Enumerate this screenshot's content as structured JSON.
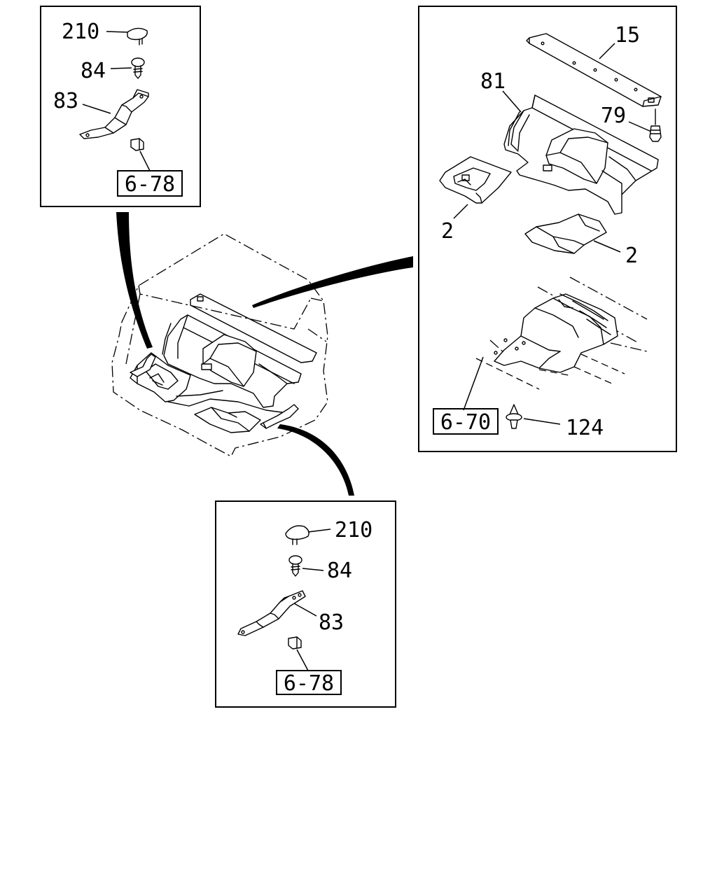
{
  "diagram": {
    "panels": {
      "top_left": {
        "labels": {
          "cap": "210",
          "screw": "84",
          "bracket": "83"
        },
        "ref": "6-78"
      },
      "right": {
        "labels": {
          "panel": "15",
          "insulator": "81",
          "clip": "79",
          "pad_left": "2",
          "pad_right": "2",
          "grommet": "124"
        },
        "ref": "6-70"
      },
      "bottom": {
        "labels": {
          "cap": "210",
          "screw": "84",
          "bracket": "83"
        },
        "ref": "6-78"
      }
    }
  }
}
